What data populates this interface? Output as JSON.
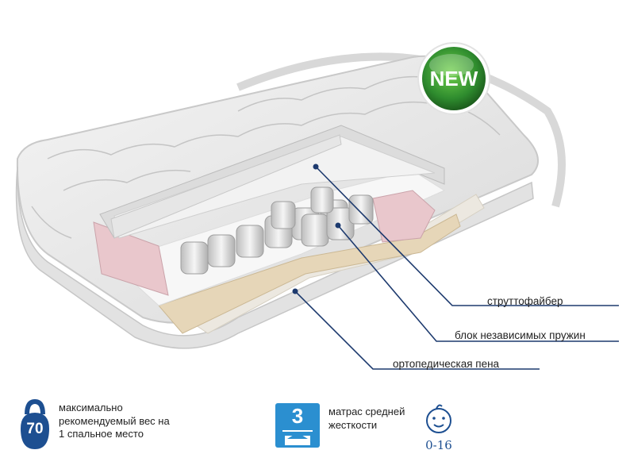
{
  "badge": {
    "text": "NEW",
    "color": "#2e8b2e"
  },
  "layers": {
    "strutto": "струттофайбер",
    "springs": "блок независимых пружин",
    "foam": "ортопедическая пена"
  },
  "weight": {
    "value": "70",
    "text": "максимально рекомендуемый вес на 1 спальное место",
    "icon": "kettlebell-icon",
    "color": "#1d4f91"
  },
  "firmness": {
    "value": "3",
    "text": "матрас средней жесткости",
    "icon": "firmness-icon",
    "color": "#2b8fd0"
  },
  "age": {
    "value": "0-16",
    "icon": "child-face-icon"
  }
}
